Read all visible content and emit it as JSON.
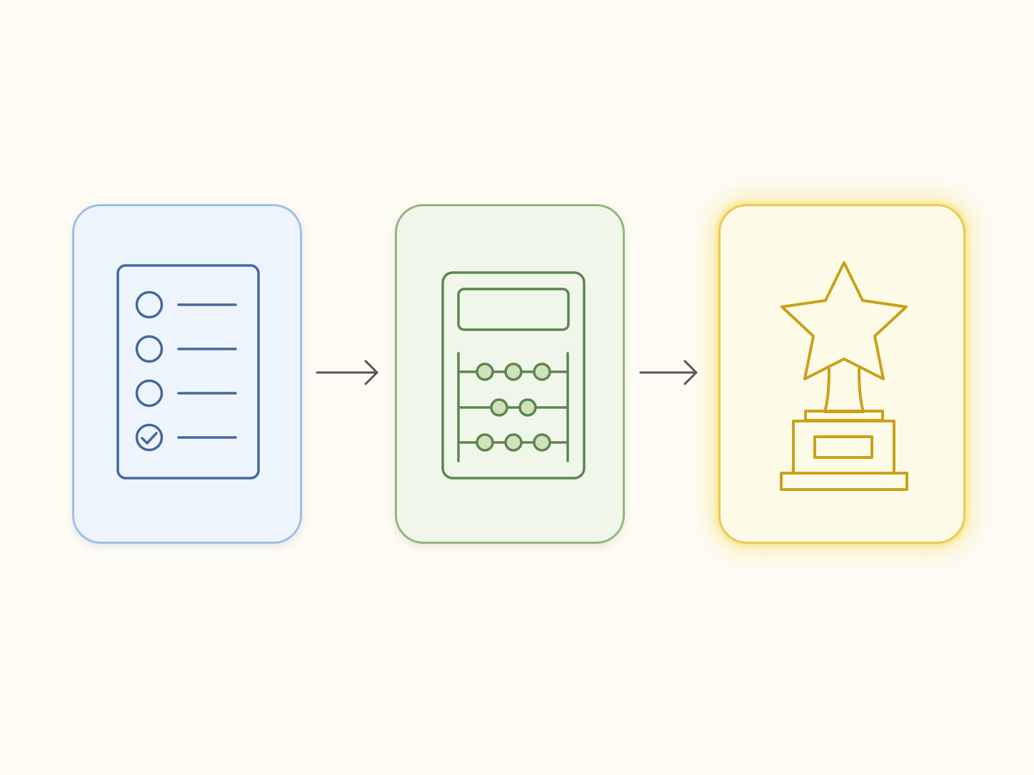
{
  "colors": {
    "background": "#fdfbf4",
    "checklist_fill": "#eef4fc",
    "checklist_border": "#9fbfe6",
    "checklist_stroke": "#44689a",
    "abacus_fill": "#f1f6ea",
    "abacus_border": "#93b57f",
    "abacus_stroke": "#5d8550",
    "abacus_bead": "#cfe2bb",
    "trophy_fill": "#fefae8",
    "trophy_border": "#e8ca56",
    "trophy_stroke": "#c9a21c",
    "trophy_glow": "#f7e27a",
    "arrow": "#555555"
  },
  "steps": [
    {
      "id": "checklist",
      "icon": "checklist-icon",
      "checked_items": 1,
      "total_items": 4
    },
    {
      "id": "abacus",
      "icon": "abacus-icon",
      "bead_rows": [
        3,
        2,
        3
      ]
    },
    {
      "id": "trophy",
      "icon": "star-trophy-icon"
    }
  ],
  "connectors": [
    {
      "from": "checklist",
      "to": "abacus",
      "icon": "arrow-right-icon"
    },
    {
      "from": "abacus",
      "to": "trophy",
      "icon": "arrow-right-icon"
    }
  ]
}
